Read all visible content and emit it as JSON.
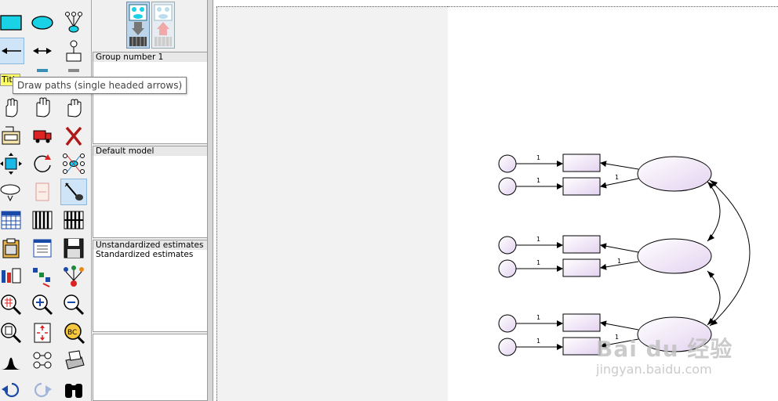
{
  "tooltip": {
    "text": "Draw paths (single headed arrows)"
  },
  "title_chip": {
    "text": "Titl"
  },
  "panel": {
    "groups": [
      "Group number 1"
    ],
    "models": [
      "Default model"
    ],
    "estimates": [
      "Unstandardized estimates",
      "Standardized estimates"
    ]
  },
  "diagram": {
    "path_labels": [
      "1",
      "1",
      "1",
      "1",
      "1",
      "1",
      "1",
      "1",
      "1"
    ]
  },
  "watermark": {
    "brand": "Bai du 经验",
    "url": "jingyan.baidu.com"
  },
  "colors": {
    "shape_fill_start": "#ffffff",
    "shape_fill_end": "#e5d5f0",
    "active_tool": "#cfe5f7"
  }
}
